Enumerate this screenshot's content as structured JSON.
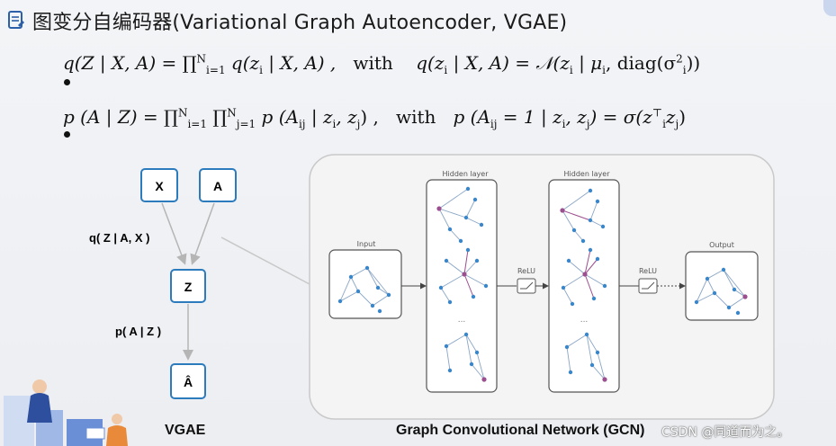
{
  "title": {
    "text": "图变分自编码器(Variational Graph Autoencoder, VGAE)",
    "icon": "document-icon"
  },
  "formulas": {
    "f1_lhs": "q(Z | X, A) = ∏",
    "f1_prod_sup": "N",
    "f1_prod_sub": "i=1",
    "f1_body": " q(z",
    "f1_body_sub": "i",
    "f1_body_rest": " | X, A) ,",
    "f1_with": "with",
    "f1_rhs_a": "q(z",
    "f1_rhs_a_sub": "i",
    "f1_rhs_b": " | X, A) = 𝒩(z",
    "f1_rhs_b_sub": "i",
    "f1_rhs_c": " | μ",
    "f1_rhs_c_sub": "i",
    "f1_rhs_d": ", diag(σ",
    "f1_rhs_d_sup": "2",
    "f1_rhs_d_sub": "i",
    "f1_rhs_e": "))",
    "f2_lhs": "p (A | Z) = ∏",
    "f2_p1_sup": "N",
    "f2_p1_sub": "i=1",
    "f2_mid": " ∏",
    "f2_p2_sup": "N",
    "f2_p2_sub": "j=1",
    "f2_body": " p (A",
    "f2_body_sub": "ij",
    "f2_body_rest": " | z",
    "f2_zi_sub": "i",
    "f2_comma": ", z",
    "f2_zj_sub": "j",
    "f2_close": ") ,",
    "f2_with": "with",
    "f2_rhs_a": "p (A",
    "f2_rhs_a_sub": "ij",
    "f2_rhs_b": " = 1 | z",
    "f2_rhs_b_sub": "i",
    "f2_rhs_c": ", z",
    "f2_rhs_c_sub": "j",
    "f2_rhs_d": ") = σ(z",
    "f2_rhs_d_sup": "⊤",
    "f2_rhs_d_sub": "i",
    "f2_rhs_e": "z",
    "f2_rhs_e_sub": "j",
    "f2_rhs_f": ")"
  },
  "vgae": {
    "node_x": "X",
    "node_a": "A",
    "node_z": "Z",
    "node_ahat": "Â",
    "edge_q": "q( Z | A, X )",
    "edge_p": "p( A | Z )",
    "label": "VGAE"
  },
  "gcn": {
    "input_label": "Input",
    "hidden1_label": "Hidden layer",
    "hidden2_label": "Hidden layer",
    "relu1_label": "ReLU",
    "relu2_label": "ReLU",
    "output_label": "Output",
    "ellipsis1": "...",
    "ellipsis2": "...",
    "label": "Graph Convolutional Network (GCN)"
  },
  "watermark": "CSDN @同道而为之。",
  "colors": {
    "node_border": "#2b7bbd",
    "graph_node": "#3a86c8",
    "graph_highlight": "#9b4f8f",
    "edge": "#8aa6c6"
  }
}
